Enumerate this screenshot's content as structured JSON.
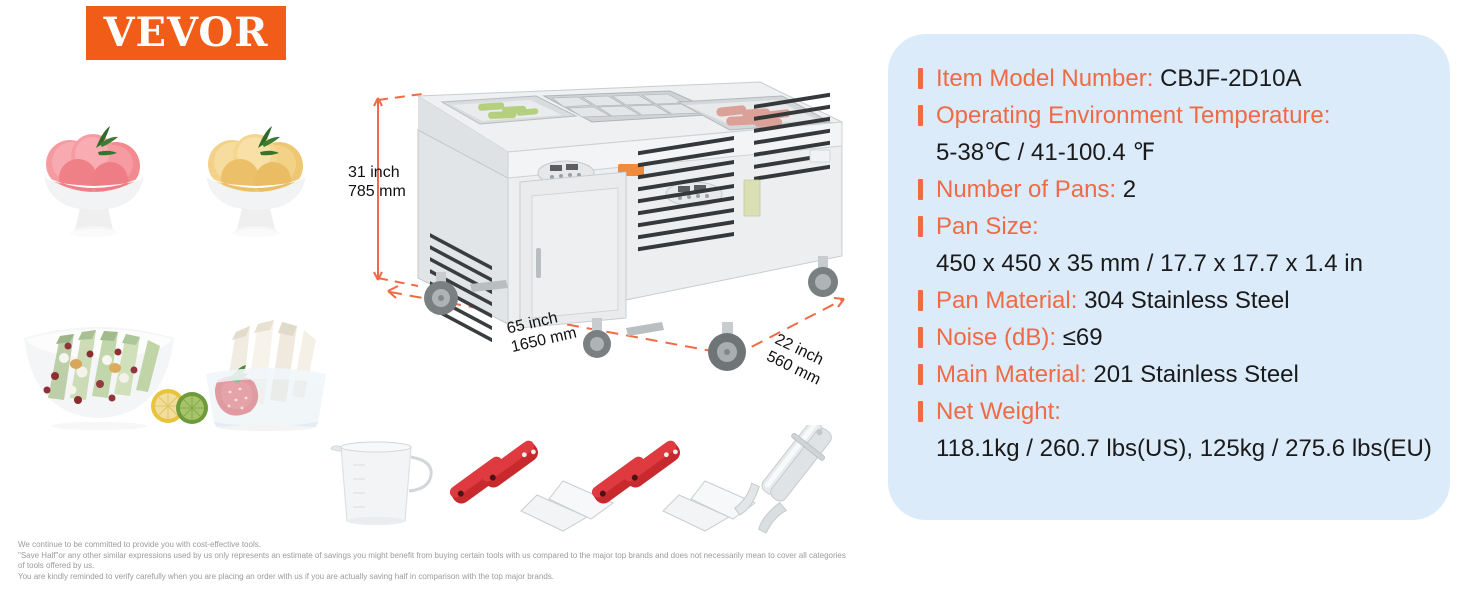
{
  "brand": {
    "logo_text": "VEVOR"
  },
  "dimensions": {
    "height": {
      "inch": "31 inch",
      "mm": "785 mm"
    },
    "width": {
      "inch": "65 inch",
      "mm": "1650 mm"
    },
    "depth": {
      "inch": "22 inch",
      "mm": "560 mm"
    }
  },
  "specs": [
    {
      "label": "Item Model Number:",
      "value": " CBJF-2D10A",
      "sub": null
    },
    {
      "label": "Operating Environment Temperature:",
      "value": "",
      "sub": "5-38℃  / 41-100.4 ℉"
    },
    {
      "label": "Number of Pans:",
      "value": " 2",
      "sub": null
    },
    {
      "label": "Pan Size:",
      "value": "",
      "sub": "450 x 450 x 35 mm / 17.7 x 17.7 x 1.4 in"
    },
    {
      "label": "Pan Material:",
      "value": " 304 Stainless Steel",
      "sub": null
    },
    {
      "label": "Noise (dB):",
      "value": " ≤69",
      "sub": null
    },
    {
      "label": "Main Material:",
      "value": " 201 Stainless Steel",
      "sub": null
    },
    {
      "label": "Net Weight:",
      "value": "",
      "sub": "118.1kg / 260.7 lbs(US), 125kg / 275.6 lbs(EU)"
    }
  ],
  "disclaimer": [
    "We continue to be committed to provide you with cost-effective tools.",
    "\"Save Half\"or any other similar expressions used by us only represents an estimate of savings you might benefit from buying certain tools with us compared to the major top brands and does not necessarily mean to cover all categories",
    "of tools offered by us.",
    "You are kindly reminded to verify carefully when you are placing an order with us if you are actually saving half in comparison with the top major brands."
  ],
  "colors": {
    "brand_orange": "#f25c19",
    "accent_orange": "#ef6a45",
    "panel_blue": "#dcebfa",
    "dim_arrow": "#ef6a45"
  }
}
